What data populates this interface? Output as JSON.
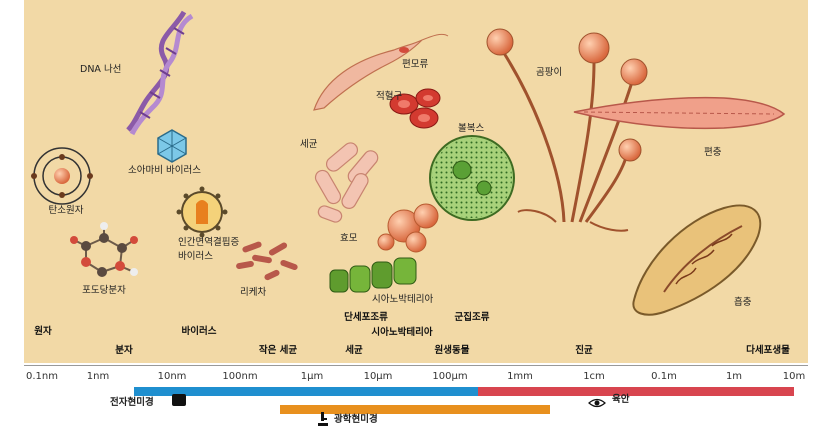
{
  "organisms": {
    "dna_helix": "DNA 나선",
    "carbon_atom": "탄소원자",
    "glucose_molecule": "포도당분자",
    "papilloma_virus": "소아마비 바이러스",
    "hiv_virus_line1": "인간면역결핍증",
    "hiv_virus_line2": "바이러스",
    "rickettsia": "리케차",
    "bacteria": "세균",
    "red_blood_cell": "적혈구",
    "yeast": "효모",
    "cyanobacteria": "시아노박테리아",
    "euglena": "편모류",
    "volvox": "볼복스",
    "mold": "곰팡이",
    "tapeworm": "편충",
    "fluke": "흡충"
  },
  "categories": {
    "atom": "원자",
    "molecule": "분자",
    "virus": "바이러스",
    "small_bacteria": "작은 세균",
    "bacteria": "세균",
    "unicellular_algae": "단세포조류",
    "cyanobacteria": "시아노박테리아",
    "colonial_algae": "군집조류",
    "protozoa": "원생동물",
    "fungi": "진균",
    "multicellular": "다세포생물"
  },
  "scale_ticks": [
    "0.1nm",
    "1nm",
    "10nm",
    "100nm",
    "1µm",
    "10µm",
    "100µm",
    "1mm",
    "1cm",
    "0.1m",
    "1m",
    "10m"
  ],
  "instruments": {
    "electron_microscope": "전자현미경",
    "light_microscope": "광학현미경",
    "naked_eye": "육안"
  },
  "colors": {
    "background": "#f2d9a6",
    "electron_bar": "#1f8fcf",
    "light_bar": "#e8901e",
    "eye_bar": "#d8454f"
  }
}
